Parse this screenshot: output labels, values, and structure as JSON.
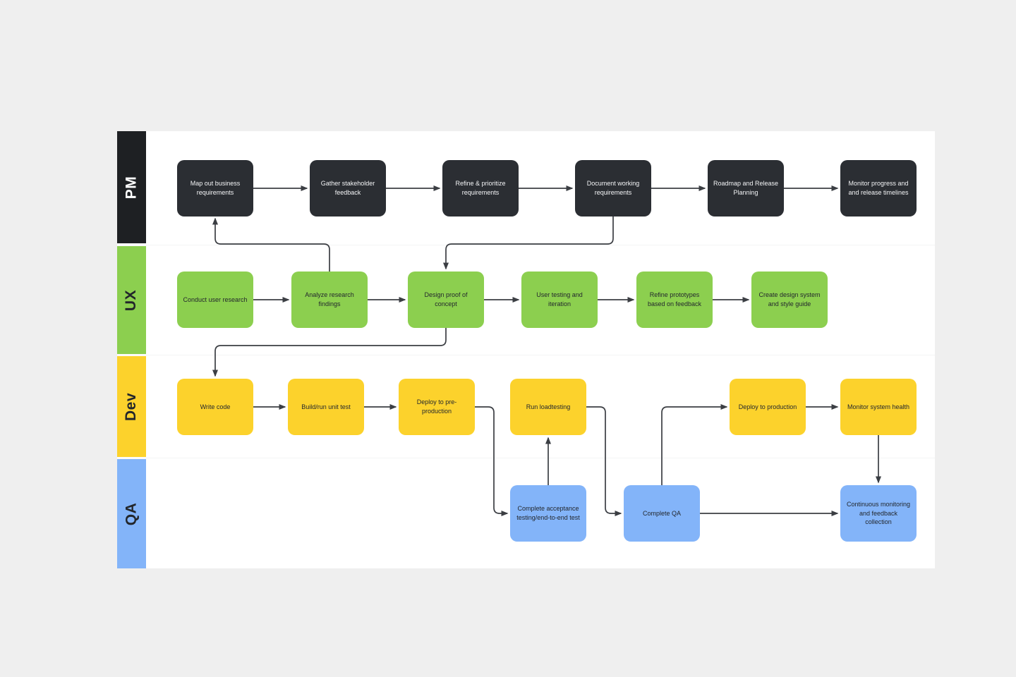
{
  "palette": {
    "page_background": "#efefef",
    "canvas_background": "#ffffff",
    "pm_header": "#1e2023",
    "pm_node": "#2b2e33",
    "ux_color": "#8ccf4f",
    "dev_color": "#fcd22c",
    "qa_color": "#83b4f9",
    "connector": "#3b3e43"
  },
  "lanes": [
    {
      "label": "PM",
      "boxes": [
        {
          "label": "Map out business requirements"
        },
        {
          "label": "Gather stakeholder feedback"
        },
        {
          "label": "Refine & prioritize requirements"
        },
        {
          "label": "Document working requirements"
        },
        {
          "label": "Roadmap and Release Planning"
        },
        {
          "label": "Monitor progress and  and release timelines"
        }
      ]
    },
    {
      "label": "UX",
      "boxes": [
        {
          "label": "Conduct user research"
        },
        {
          "label": "Analyze research findings"
        },
        {
          "label": "Design proof of concept"
        },
        {
          "label": "User testing and iteration"
        },
        {
          "label": "Refine prototypes based on feedback"
        },
        {
          "label": "Create design system and style guide"
        }
      ]
    },
    {
      "label": "Dev",
      "boxes": [
        {
          "label": "Write code"
        },
        {
          "label": "Build/run unit test"
        },
        {
          "label": "Deploy to pre-production"
        },
        {
          "label": "Run loadtesting"
        },
        {
          "label": "Deploy to production"
        },
        {
          "label": "Monitor system health"
        }
      ]
    },
    {
      "label": "QA",
      "boxes": [
        {
          "label": "Complete acceptance testing/end-to-end test"
        },
        {
          "label": "Complete QA"
        },
        {
          "label": "Continuous monitoring and feedback collection"
        }
      ]
    }
  ],
  "edges": [
    {
      "from": "Map out business requirements",
      "to": "Gather stakeholder feedback"
    },
    {
      "from": "Gather stakeholder feedback",
      "to": "Refine & prioritize requirements"
    },
    {
      "from": "Refine & prioritize requirements",
      "to": "Document working requirements"
    },
    {
      "from": "Document working requirements",
      "to": "Roadmap and Release Planning"
    },
    {
      "from": "Roadmap and Release Planning",
      "to": "Monitor progress and  and release timelines"
    },
    {
      "from": "Conduct user research",
      "to": "Analyze research findings"
    },
    {
      "from": "Analyze research findings",
      "to": "Design proof of concept"
    },
    {
      "from": "Design proof of concept",
      "to": "User testing and iteration"
    },
    {
      "from": "User testing and iteration",
      "to": "Refine prototypes based on feedback"
    },
    {
      "from": "Refine prototypes based on feedback",
      "to": "Create design system and style guide"
    },
    {
      "from": "Analyze research findings",
      "to": "Map out business requirements"
    },
    {
      "from": "Document working requirements",
      "to": "Design proof of concept"
    },
    {
      "from": "Design proof of concept",
      "to": "Write code"
    },
    {
      "from": "Write code",
      "to": "Build/run unit test"
    },
    {
      "from": "Build/run unit test",
      "to": "Deploy to pre-production"
    },
    {
      "from": "Deploy to pre-production",
      "to": "Complete acceptance testing/end-to-end test"
    },
    {
      "from": "Complete acceptance testing/end-to-end test",
      "to": "Run loadtesting"
    },
    {
      "from": "Run loadtesting",
      "to": "Complete QA"
    },
    {
      "from": "Complete QA",
      "to": "Deploy to production"
    },
    {
      "from": "Deploy to production",
      "to": "Monitor system health"
    },
    {
      "from": "Monitor system health",
      "to": "Continuous monitoring and feedback collection"
    },
    {
      "from": "Complete QA",
      "to": "Continuous monitoring and feedback collection"
    }
  ]
}
